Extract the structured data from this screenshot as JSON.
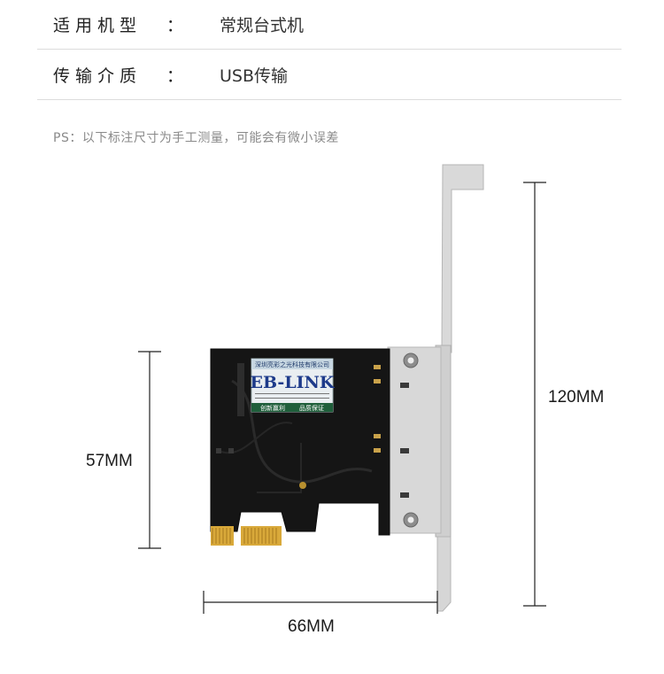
{
  "specs": [
    {
      "label": "适用机型",
      "colon": "：",
      "value": "常规台式机"
    },
    {
      "label": "传输介质",
      "colon": "：",
      "value": "USB传输"
    }
  ],
  "note": "PS：以下标注尺寸为手工测量，可能会有微小误差",
  "dimensions": {
    "height_full": "120MM",
    "height_card": "57MM",
    "width_card": "66MM"
  },
  "card_sticker": {
    "company": "深圳亮彩之光科技有限公司",
    "brand": "EB-LINK",
    "footer_left": "创新赢利",
    "footer_right": "品质保证"
  }
}
